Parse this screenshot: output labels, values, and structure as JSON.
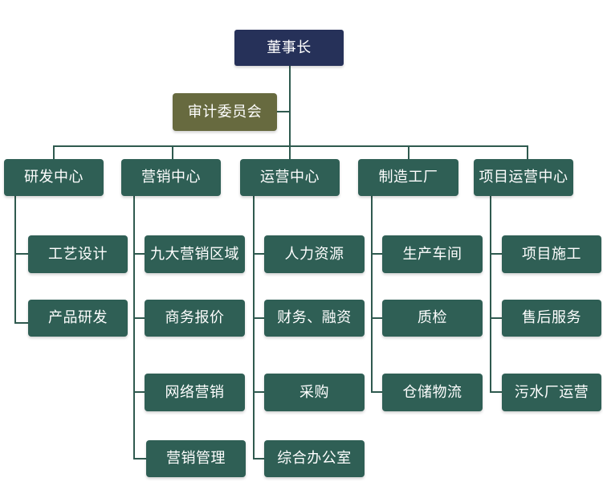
{
  "org": {
    "chairman": "董事长",
    "audit_committee": "审计委员会",
    "departments": [
      {
        "name": "研发中心",
        "units": [
          "工艺设计",
          "产品研发"
        ]
      },
      {
        "name": "营销中心",
        "units": [
          "九大营销区域",
          "商务报价",
          "网络营销",
          "营销管理"
        ]
      },
      {
        "name": "运营中心",
        "units": [
          "人力资源",
          "财务、融资",
          "采购",
          "综合办公室"
        ]
      },
      {
        "name": "制造工厂",
        "units": [
          "生产车间",
          "质检",
          "仓储物流"
        ]
      },
      {
        "name": "项目运营中心",
        "units": [
          "项目施工",
          "售后服务",
          "污水厂运营"
        ]
      }
    ]
  },
  "colors": {
    "chairman": "#263159",
    "audit_committee": "#676a3f",
    "department": "#2f5f55",
    "connector": "#2f5a4f"
  }
}
